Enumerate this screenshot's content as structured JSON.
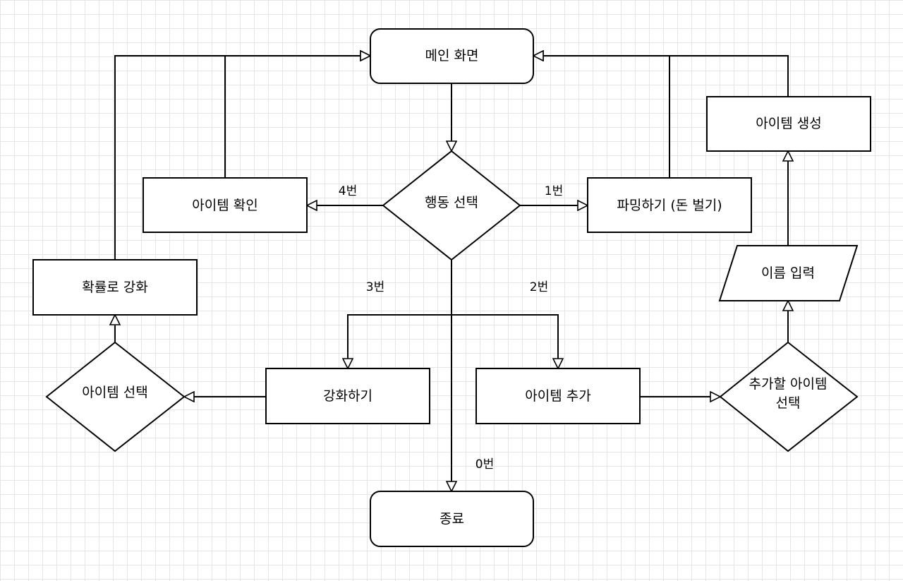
{
  "nodes": {
    "main": "메인 화면",
    "action_select": "행동 선택",
    "check_item": "아이템 확인",
    "farming": "파밍하기 (돈 벌기)",
    "create_item": "아이템 생성",
    "enhance_prob": "확률로 강화",
    "enter_name": "이름 입력",
    "item_select": "아이템 선택",
    "enhance": "강화하기",
    "add_item": "아이템 추가",
    "choose_add_line1": "추가할 아이템",
    "choose_add_line2": "선택",
    "exit": "종료"
  },
  "edge_labels": {
    "opt1": "1번",
    "opt2": "2번",
    "opt3": "3번",
    "opt4": "4번",
    "opt0": "0번"
  }
}
